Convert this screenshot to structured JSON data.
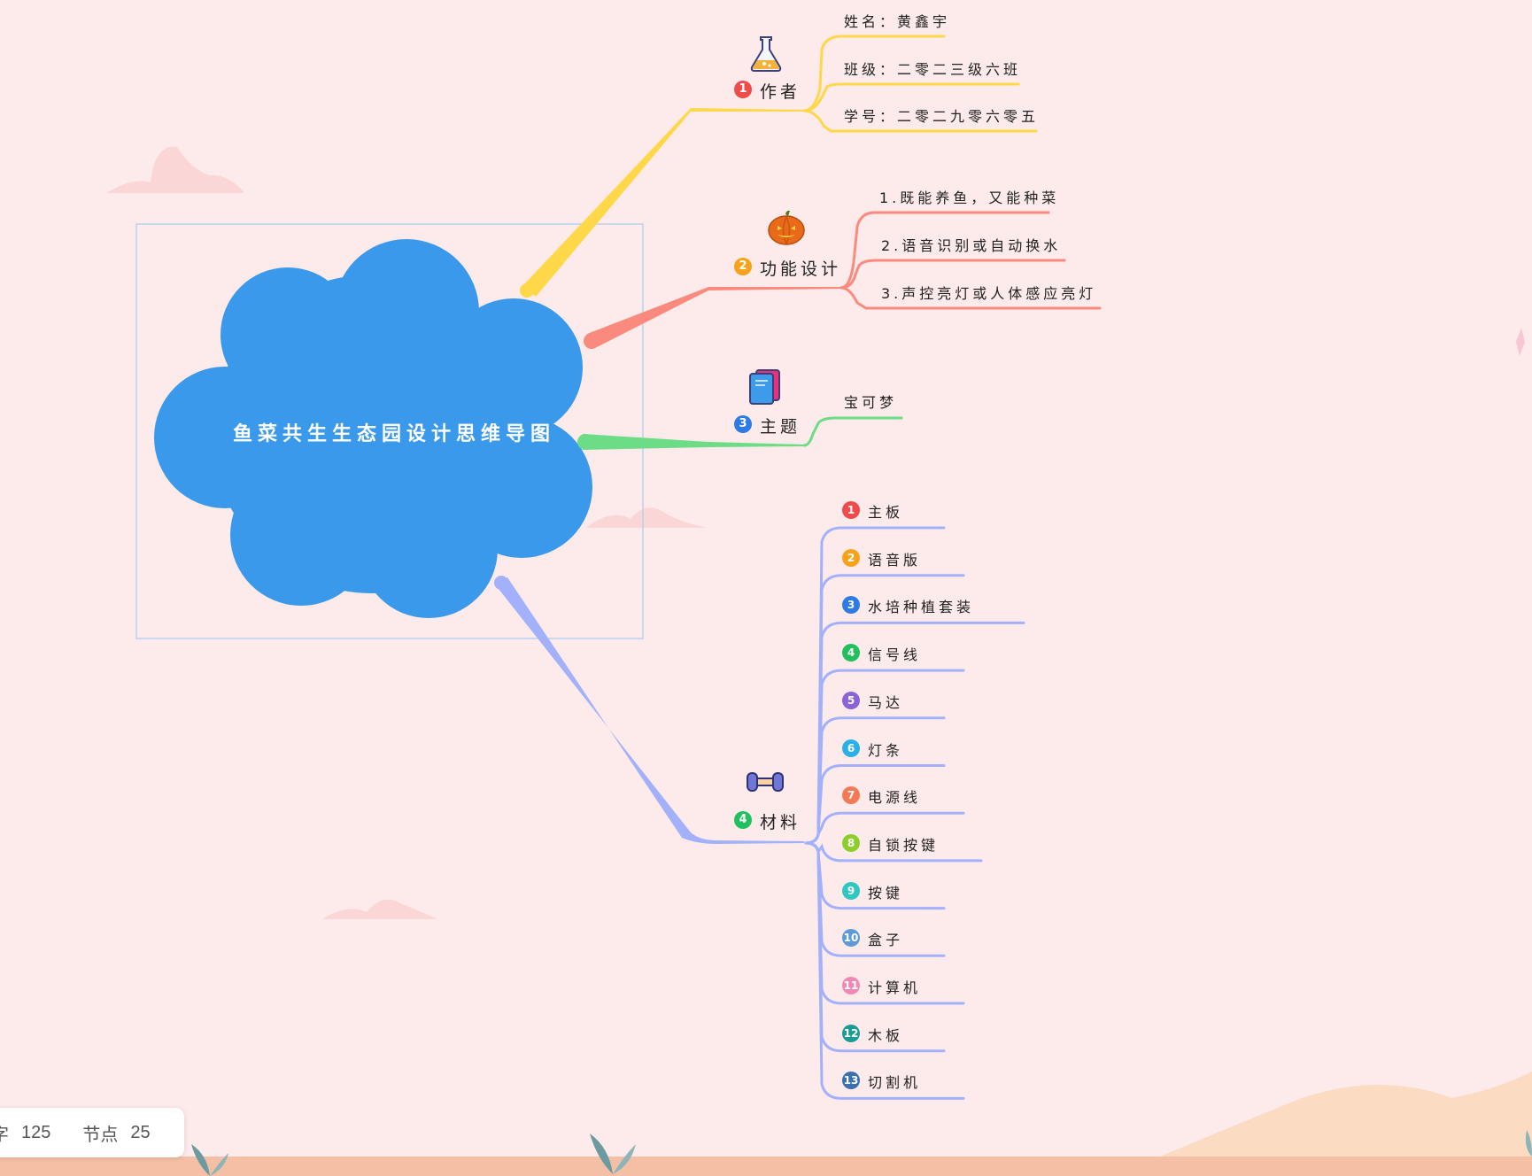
{
  "colors": {
    "background": "#fdeaea",
    "root": "#3a99eb",
    "branch_author": "#ffd84a",
    "branch_function": "#fb8a7e",
    "branch_theme": "#6ddc86",
    "branch_material": "#a3b1fb"
  },
  "root": {
    "title": "鱼菜共生生态园设计思维导图"
  },
  "branches": [
    {
      "num": "1",
      "label": "作者",
      "icon": "flask-icon",
      "children": [
        "姓名：黄鑫宇",
        "班级：二零二三级六班",
        "学号：二零二九零六零五"
      ]
    },
    {
      "num": "2",
      "label": "功能设计",
      "icon": "pumpkin-icon",
      "children": [
        "1.既能养鱼，又能种菜",
        "2.语音识别或自动换水",
        "3.声控亮灯或人体感应亮灯"
      ]
    },
    {
      "num": "3",
      "label": "主题",
      "icon": "book-icon",
      "children": [
        "宝可梦"
      ]
    },
    {
      "num": "4",
      "label": "材料",
      "icon": "dumbbell-icon",
      "children": [
        {
          "num": "1",
          "label": "主板"
        },
        {
          "num": "2",
          "label": "语音版"
        },
        {
          "num": "3",
          "label": "水培种植套装"
        },
        {
          "num": "4",
          "label": "信号线"
        },
        {
          "num": "5",
          "label": "马达"
        },
        {
          "num": "6",
          "label": "灯条"
        },
        {
          "num": "7",
          "label": "电源线"
        },
        {
          "num": "8",
          "label": "自锁按键"
        },
        {
          "num": "9",
          "label": "按键"
        },
        {
          "num": "10",
          "label": "盒子"
        },
        {
          "num": "11",
          "label": "计算机"
        },
        {
          "num": "12",
          "label": "木板"
        },
        {
          "num": "13",
          "label": "切割机"
        }
      ]
    }
  ],
  "badge_colors": [
    "#f04b4b",
    "#f7a21b",
    "#2f7be5",
    "#20c05c",
    "#8a63d8",
    "#2bb1e8",
    "#f47a55",
    "#8ccf2a",
    "#2ec8c0",
    "#5b9bd8",
    "#f08ab4",
    "#1a9c96",
    "#3a6fb0"
  ],
  "status_bar": {
    "words_label": "字",
    "words_value": "125",
    "nodes_label": "节点",
    "nodes_value": "25"
  }
}
